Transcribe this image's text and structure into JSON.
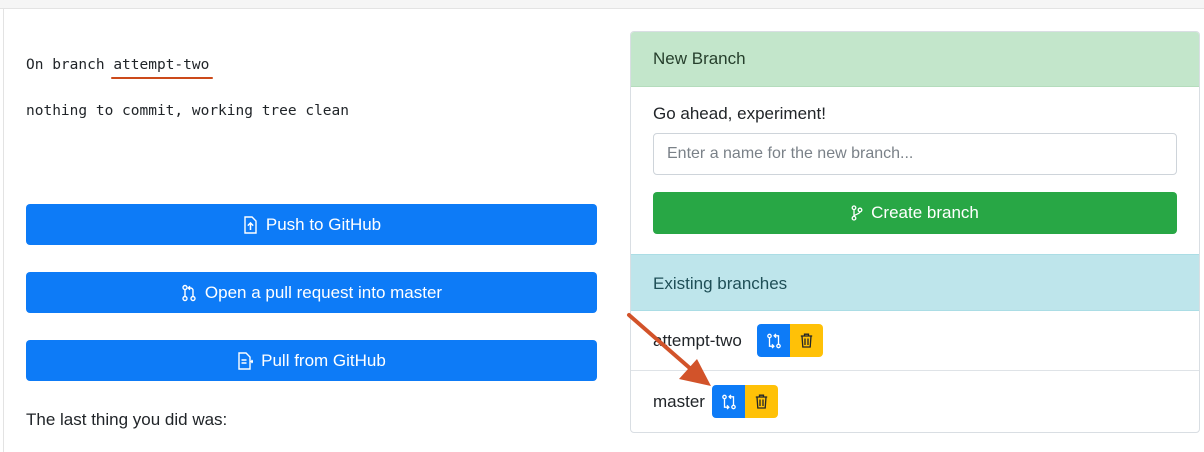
{
  "status": {
    "on_branch_prefix": "On branch",
    "branch": "attempt-two",
    "clean_message": "nothing to commit, working tree clean"
  },
  "actions": {
    "push_label": "Push to GitHub",
    "pull_request_label": "Open a pull request into master",
    "pull_label": "Pull from GitHub"
  },
  "history": {
    "last_thing_label": "The last thing you did was:"
  },
  "new_branch": {
    "header": "New Branch",
    "prompt": "Go ahead, experiment!",
    "placeholder": "Enter a name for the new branch...",
    "create_label": "Create branch"
  },
  "existing_branches": {
    "header": "Existing branches",
    "items": [
      {
        "name": "attempt-two"
      },
      {
        "name": "master"
      }
    ]
  },
  "annotations": {
    "highlight_color": "#cc4a1a",
    "arrow_color": "#d2532a"
  },
  "colors": {
    "primary": "#0d7bf7",
    "success": "#28a745",
    "warning": "#ffc107",
    "success_header": "#c3e6cb",
    "info_header": "#bee5eb"
  },
  "icons": {
    "push": "upload-icon",
    "pull_request": "pull-request-icon",
    "pull": "download-icon",
    "create": "git-branch-icon",
    "switch": "switch-branch-icon",
    "delete": "trash-icon"
  }
}
